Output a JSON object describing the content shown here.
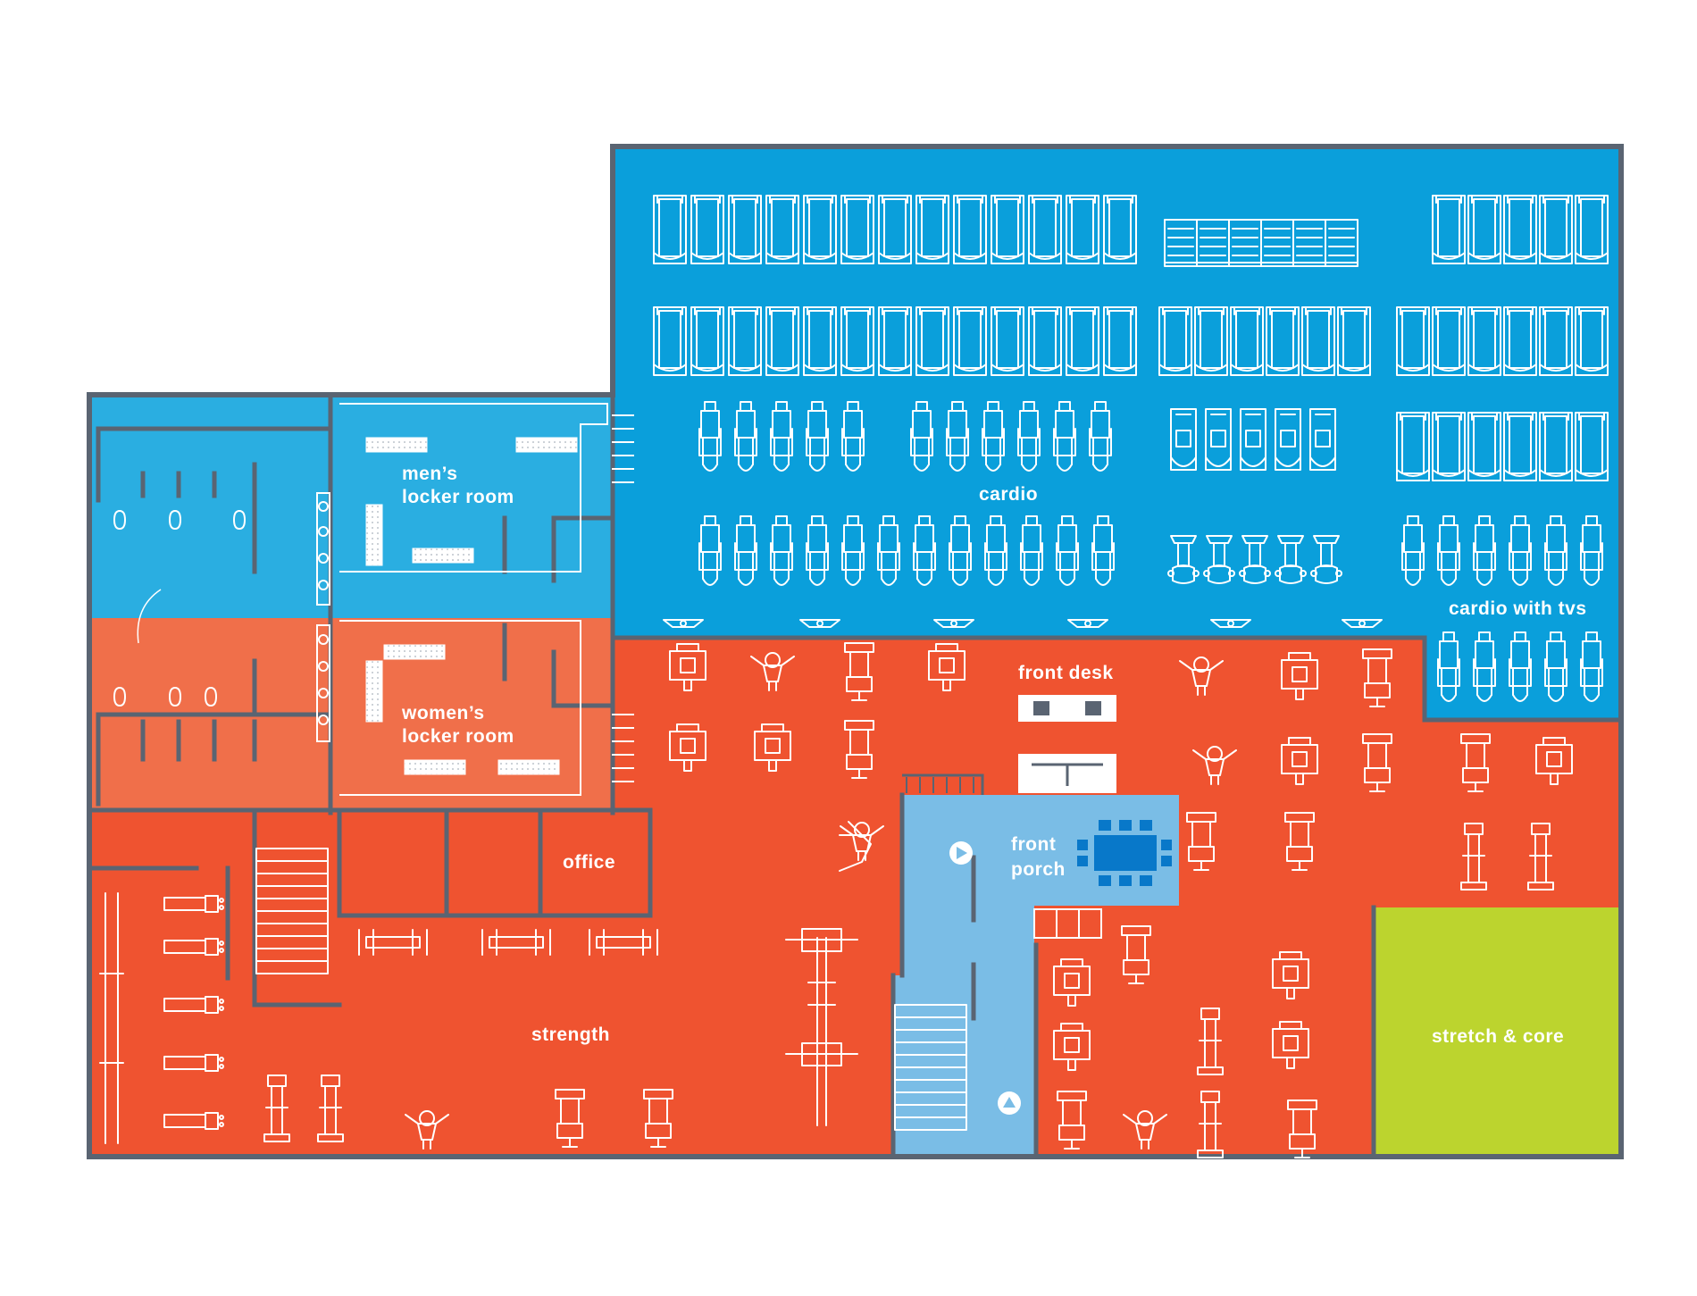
{
  "colors": {
    "cardio": "#0a9fdb",
    "mens_locker": "#2aaee1",
    "womens_locker": "#f06f4a",
    "strength": "#ef5330",
    "front_porch": "#7abde6",
    "stretch": "#bcd42e",
    "wall": "#5a6472",
    "equipment": "#ffffff",
    "porch_table": "#0878c9"
  },
  "rooms": {
    "cardio": "cardio",
    "cardio_tvs": "cardio with tvs",
    "mens_locker_1": "men’s",
    "mens_locker_2": "locker room",
    "womens_locker_1": "women’s",
    "womens_locker_2": "locker room",
    "front_desk": "front desk",
    "front_porch_1": "front",
    "front_porch_2": "porch",
    "office": "office",
    "strength": "strength",
    "stretch": "stretch & core"
  },
  "icons": {
    "treadmill": "treadmill-icon",
    "stair_climber": "stair-climber-icon",
    "elliptical": "elliptical-icon",
    "bike": "bike-icon",
    "tv": "tv-icon",
    "weight_machine": "weight-machine-icon",
    "bench": "bench-icon",
    "stairs": "stairs-icon",
    "door_marker": "door-marker-icon"
  }
}
